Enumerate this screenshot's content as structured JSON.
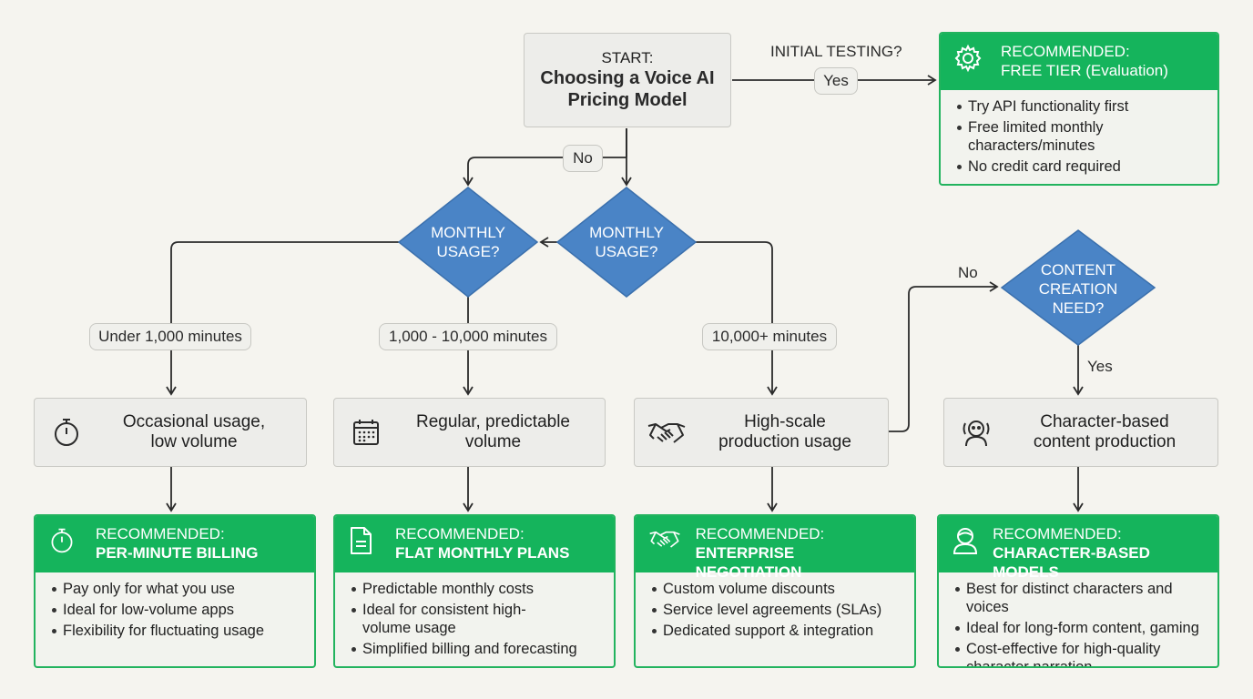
{
  "start": {
    "label": "START:",
    "title_line1": "Choosing a Voice AI",
    "title_line2": "Pricing Model"
  },
  "edge_labels": {
    "initial_testing": "INITIAL TESTING?",
    "yes_top": "Yes",
    "no_top": "No",
    "no_right": "No",
    "yes_right": "Yes"
  },
  "diamonds": {
    "monthly_left": {
      "line1": "MONTHLY",
      "line2": "USAGE?"
    },
    "monthly_right": {
      "line1": "MONTHLY",
      "line2": "USAGE?"
    },
    "content": {
      "line1": "CONTENT",
      "line2": "CREATION",
      "line3": "NEED?"
    }
  },
  "ranges": {
    "under": "Under 1,000 minutes",
    "mid": "1,000 - 10,000 minutes",
    "high": "10,000+ minutes"
  },
  "cases": {
    "occasional": {
      "line1": "Occasional usage,",
      "line2": "low volume",
      "icon": "stopwatch-icon"
    },
    "regular": {
      "line1": "Regular, predictable",
      "line2": "volume",
      "icon": "calendar-icon"
    },
    "highscale": {
      "line1": "High-scale",
      "line2": "production usage",
      "icon": "handshake-icon"
    },
    "character": {
      "line1": "Character-based",
      "line2": "content production",
      "icon": "character-face-icon"
    }
  },
  "recommendations": {
    "free": {
      "label": "RECOMMENDED:",
      "title": "FREE TIER (Evaluation)",
      "icon": "gear-icon",
      "items": [
        "Try API functionality first",
        "Free limited monthly characters/minutes",
        "No credit card required"
      ]
    },
    "per_minute": {
      "label": "RECOMMENDED:",
      "title": "PER-MINUTE BILLING",
      "icon": "stopwatch-icon",
      "items": [
        "Pay only for what you use",
        "Ideal for low-volume apps",
        "Flexibility for fluctuating usage"
      ]
    },
    "flat": {
      "label": "RECOMMENDED:",
      "title": "FLAT MONTHLY PLANS",
      "icon": "document-icon",
      "items": [
        "Predictable monthly costs",
        "Ideal for consistent high-volume usage",
        "Simplified billing and forecasting"
      ]
    },
    "enterprise": {
      "label": "RECOMMENDED:",
      "title": "ENTERPRISE NEGOTIATION",
      "icon": "handshake-icon",
      "items": [
        "Custom volume discounts",
        "Service level agreements (SLAs)",
        "Dedicated support & integration"
      ]
    },
    "character": {
      "label": "RECOMMENDED:",
      "title": "CHARACTER-BASED MODELS",
      "icon": "person-icon",
      "items": [
        "Best for distinct characters and voices",
        "Ideal for long-form content, gaming",
        "Cost-effective for high-quality character narration"
      ]
    }
  },
  "colors": {
    "green": "#15b45c",
    "blue": "#4a84c6",
    "line": "#2b2b2b"
  }
}
